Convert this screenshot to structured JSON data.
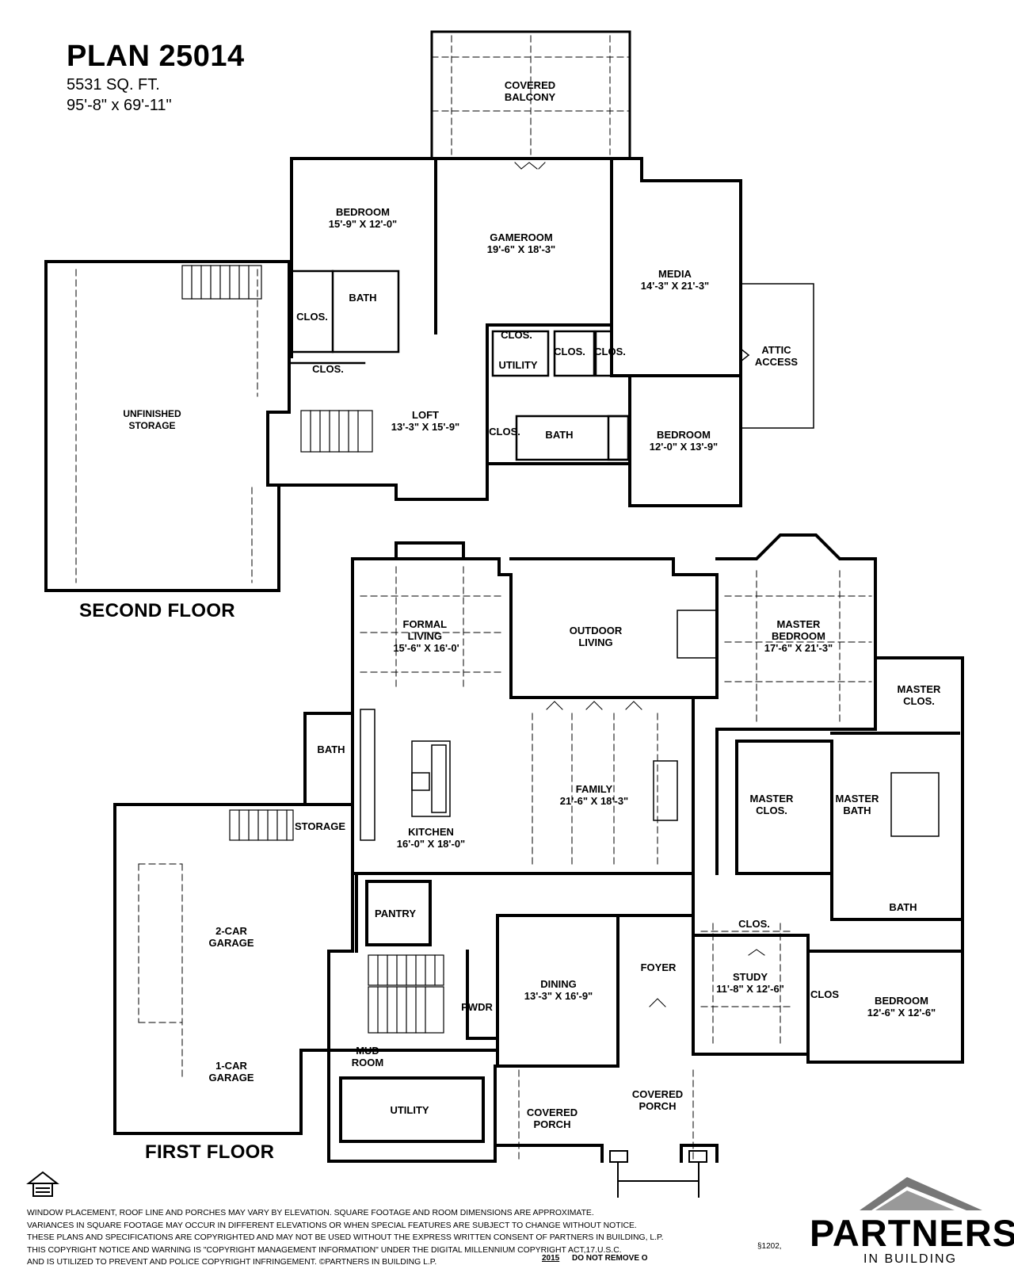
{
  "header": {
    "plan_title": "PLAN 25014",
    "square_feet": "5531 SQ. FT.",
    "dimensions": "95'-8\" x 69'-11\""
  },
  "floors": {
    "second_floor_label": "SECOND FLOOR",
    "first_floor_label": "FIRST FLOOR"
  },
  "second_floor_rooms": {
    "covered_balcony": {
      "name": "COVERED BALCONY"
    },
    "bedroom_2": {
      "name": "BEDROOM",
      "dim": "15'-9\" X 12'-0\""
    },
    "gameroom": {
      "name": "GAMEROOM",
      "dim": "19'-6\" X 18'-3\""
    },
    "media": {
      "name": "MEDIA",
      "dim": "14'-3\" X 21'-3\""
    },
    "bath_a": {
      "name": "BATH"
    },
    "clos_a": {
      "name": "CLOS."
    },
    "clos_b": {
      "name": "CLOS."
    },
    "clos_c": {
      "name": "CLOS."
    },
    "clos_d": {
      "name": "CLOS."
    },
    "clos_e": {
      "name": "CLOS."
    },
    "utility_up": {
      "name": "UTILITY"
    },
    "attic_access": {
      "name": "ATTIC ACCESS"
    },
    "unfinished_storage": {
      "name": "UNFINISHED STORAGE"
    },
    "loft": {
      "name": "LOFT",
      "dim": "13'-3\" X 15'-9\""
    },
    "clos_f": {
      "name": "CLOS."
    },
    "bath_b": {
      "name": "BATH"
    },
    "bedroom_3": {
      "name": "BEDROOM",
      "dim": "12'-0\" X 13'-9\""
    }
  },
  "first_floor_rooms": {
    "formal_living": {
      "name": "FORMAL LIVING",
      "dim": "15'-6\" X 16'-0'"
    },
    "outdoor_living": {
      "name": "OUTDOOR LIVING"
    },
    "master_bedroom": {
      "name": "MASTER BEDROOM",
      "dim": "17'-6\" X 21'-3\""
    },
    "master_clos_top": {
      "name": "MASTER CLOS."
    },
    "bath_first": {
      "name": "BATH"
    },
    "family": {
      "name": "FAMILY",
      "dim": "21'-6\" X 18'-3\""
    },
    "master_clos": {
      "name": "MASTER CLOS."
    },
    "master_bath": {
      "name": "MASTER BATH"
    },
    "storage": {
      "name": "STORAGE"
    },
    "kitchen": {
      "name": "KITCHEN",
      "dim": "16'-0\" X 18'-0\""
    },
    "two_car_garage": {
      "name": "2-CAR GARAGE"
    },
    "pantry": {
      "name": "PANTRY"
    },
    "clos_study": {
      "name": "CLOS."
    },
    "bath_guest": {
      "name": "BATH"
    },
    "dining": {
      "name": "DINING",
      "dim": "13'-3\" X 16'-9\""
    },
    "foyer": {
      "name": "FOYER"
    },
    "study": {
      "name": "STUDY",
      "dim": "11'-8\" X 12'-6\""
    },
    "clos_bed": {
      "name": "CLOS"
    },
    "bedroom_first": {
      "name": "BEDROOM",
      "dim": "12'-6\" X 12'-6\""
    },
    "pwdr": {
      "name": "PWDR"
    },
    "one_car_garage": {
      "name": "1-CAR GARAGE"
    },
    "mud_room": {
      "name": "MUD ROOM"
    },
    "utility": {
      "name": "UTILITY"
    },
    "covered_porch_left": {
      "name": "COVERED PORCH"
    },
    "covered_porch_right": {
      "name": "COVERED PORCH"
    }
  },
  "disclaimer": {
    "line1": "WINDOW PLACEMENT, ROOF LINE AND PORCHES MAY VARY BY ELEVATION.  SQUARE FOOTAGE AND ROOM DIMENSIONS ARE APPROXIMATE.",
    "line2": "VARIANCES IN SQUARE FOOTAGE MAY OCCUR IN DIFFERENT ELEVATIONS OR WHEN SPECIAL FEATURES ARE SUBJECT TO CHANGE WITHOUT NOTICE.",
    "line3": "THESE PLANS AND SPECIFICATIONS ARE COPYRIGHTED AND MAY NOT BE USED WITHOUT THE EXPRESS WRITTEN CONSENT OF PARTNERS IN BUILDING, L.P.",
    "line4": "THIS COPYRIGHT NOTICE AND WARNING IS \"COPYRIGHT MANAGEMENT INFORMATION\" UNDER THE DIGITAL MILLENNIUM COPYRIGHT ACT,17.U.S.C.",
    "line5": "AND IS UTILIZED TO PREVENT AND POLICE COPYRIGHT INFRINGEMENT.  ©PARTNERS IN BUILDING L.P.",
    "section": "§1202,",
    "year": "2015",
    "do_not_remove": "DO NOT REMOVE O"
  },
  "logo": {
    "brand": "PARTNERS",
    "sub": "IN BUILDING"
  }
}
